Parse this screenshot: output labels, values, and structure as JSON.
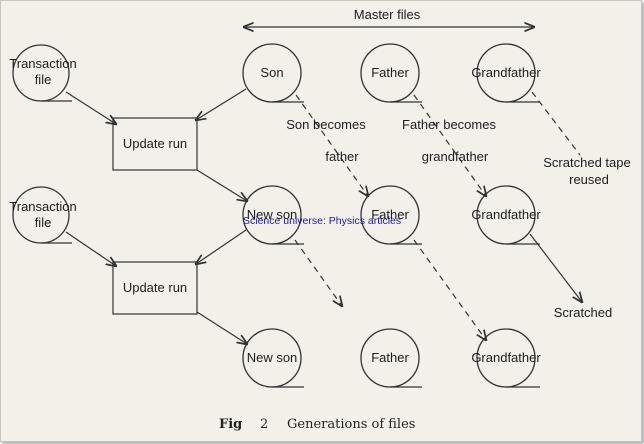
{
  "header": {
    "master_files": "Master files"
  },
  "files": {
    "transaction_top": [
      "Transaction",
      "file"
    ],
    "transaction_bottom": [
      "Transaction",
      "file"
    ],
    "son": "Son",
    "father_top": "Father",
    "grandfather_top": "Grandfather",
    "new_son_mid": "New son",
    "father_mid": "Father",
    "grandfather_mid": "Grandfather",
    "new_son_bottom": "New son",
    "father_bottom": "Father",
    "grandfather_bottom": "Grandfather"
  },
  "processes": {
    "update_run_top": "Update run",
    "update_run_bottom": "Update run"
  },
  "annotations": {
    "son_becomes": [
      "Son becomes",
      "father"
    ],
    "father_becomes": [
      "Father becomes",
      "grandfather"
    ],
    "scratched_tape": [
      "Scratched tape",
      "reused"
    ],
    "scratched": "Scratched"
  },
  "caption": {
    "fig": "Fig",
    "number": "2",
    "text": "Generations of files"
  },
  "watermark": "Science universe: Physics articles"
}
